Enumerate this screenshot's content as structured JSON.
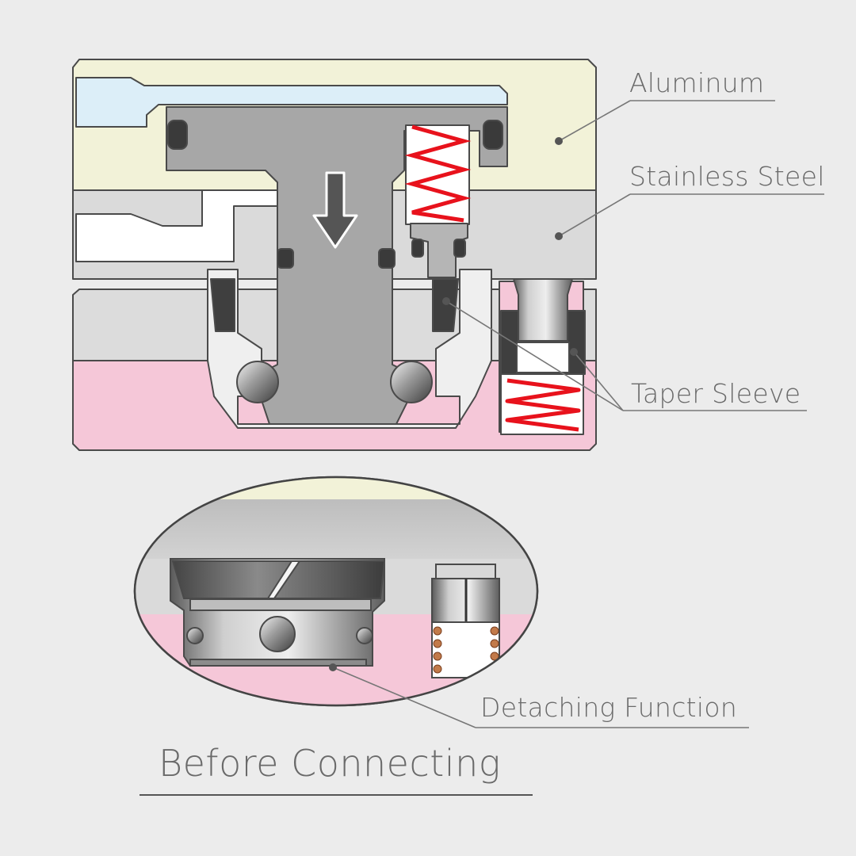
{
  "labels": {
    "aluminum": "Aluminum",
    "stainless_steel": "Stainless Steel",
    "taper_sleeve": "Taper Sleeve",
    "detaching_function": "Detaching Function"
  },
  "title": "Before Connecting",
  "colors": {
    "background": "#ececec",
    "aluminum_block": "#f2f2d8",
    "stainless_block": "#dadada",
    "base_block": "#f5c7d8",
    "air_channel": "#dceef8",
    "piston": "#a7a7a7",
    "spring": "#e8121c",
    "seal": "#3a3a3a",
    "outline": "#4a4a4a",
    "leader": "#777777",
    "small_spring": "#a0522d"
  },
  "icons": [
    "down-arrow-icon"
  ]
}
